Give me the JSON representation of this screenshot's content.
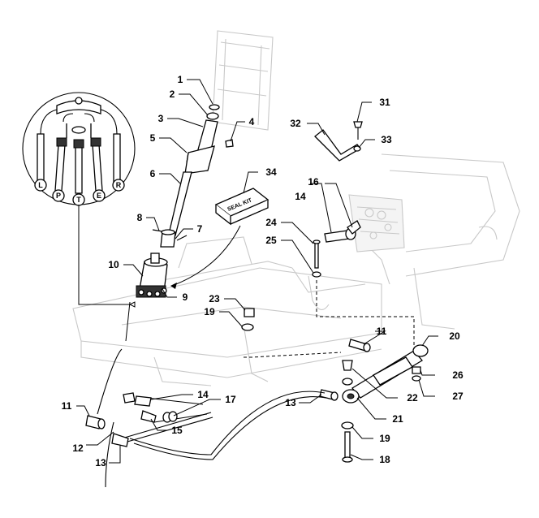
{
  "callouts": [
    "1",
    "2",
    "3",
    "4",
    "5",
    "6",
    "7",
    "8",
    "9",
    "10",
    "11",
    "11",
    "12",
    "13",
    "13",
    "14",
    "14",
    "15",
    "16",
    "17",
    "18",
    "19",
    "19",
    "20",
    "21",
    "22",
    "23",
    "24",
    "25",
    "26",
    "27",
    "31",
    "32",
    "33",
    "34"
  ],
  "ports": [
    "L",
    "P",
    "T",
    "E",
    "R"
  ],
  "kit_label": "SEAL KIT"
}
